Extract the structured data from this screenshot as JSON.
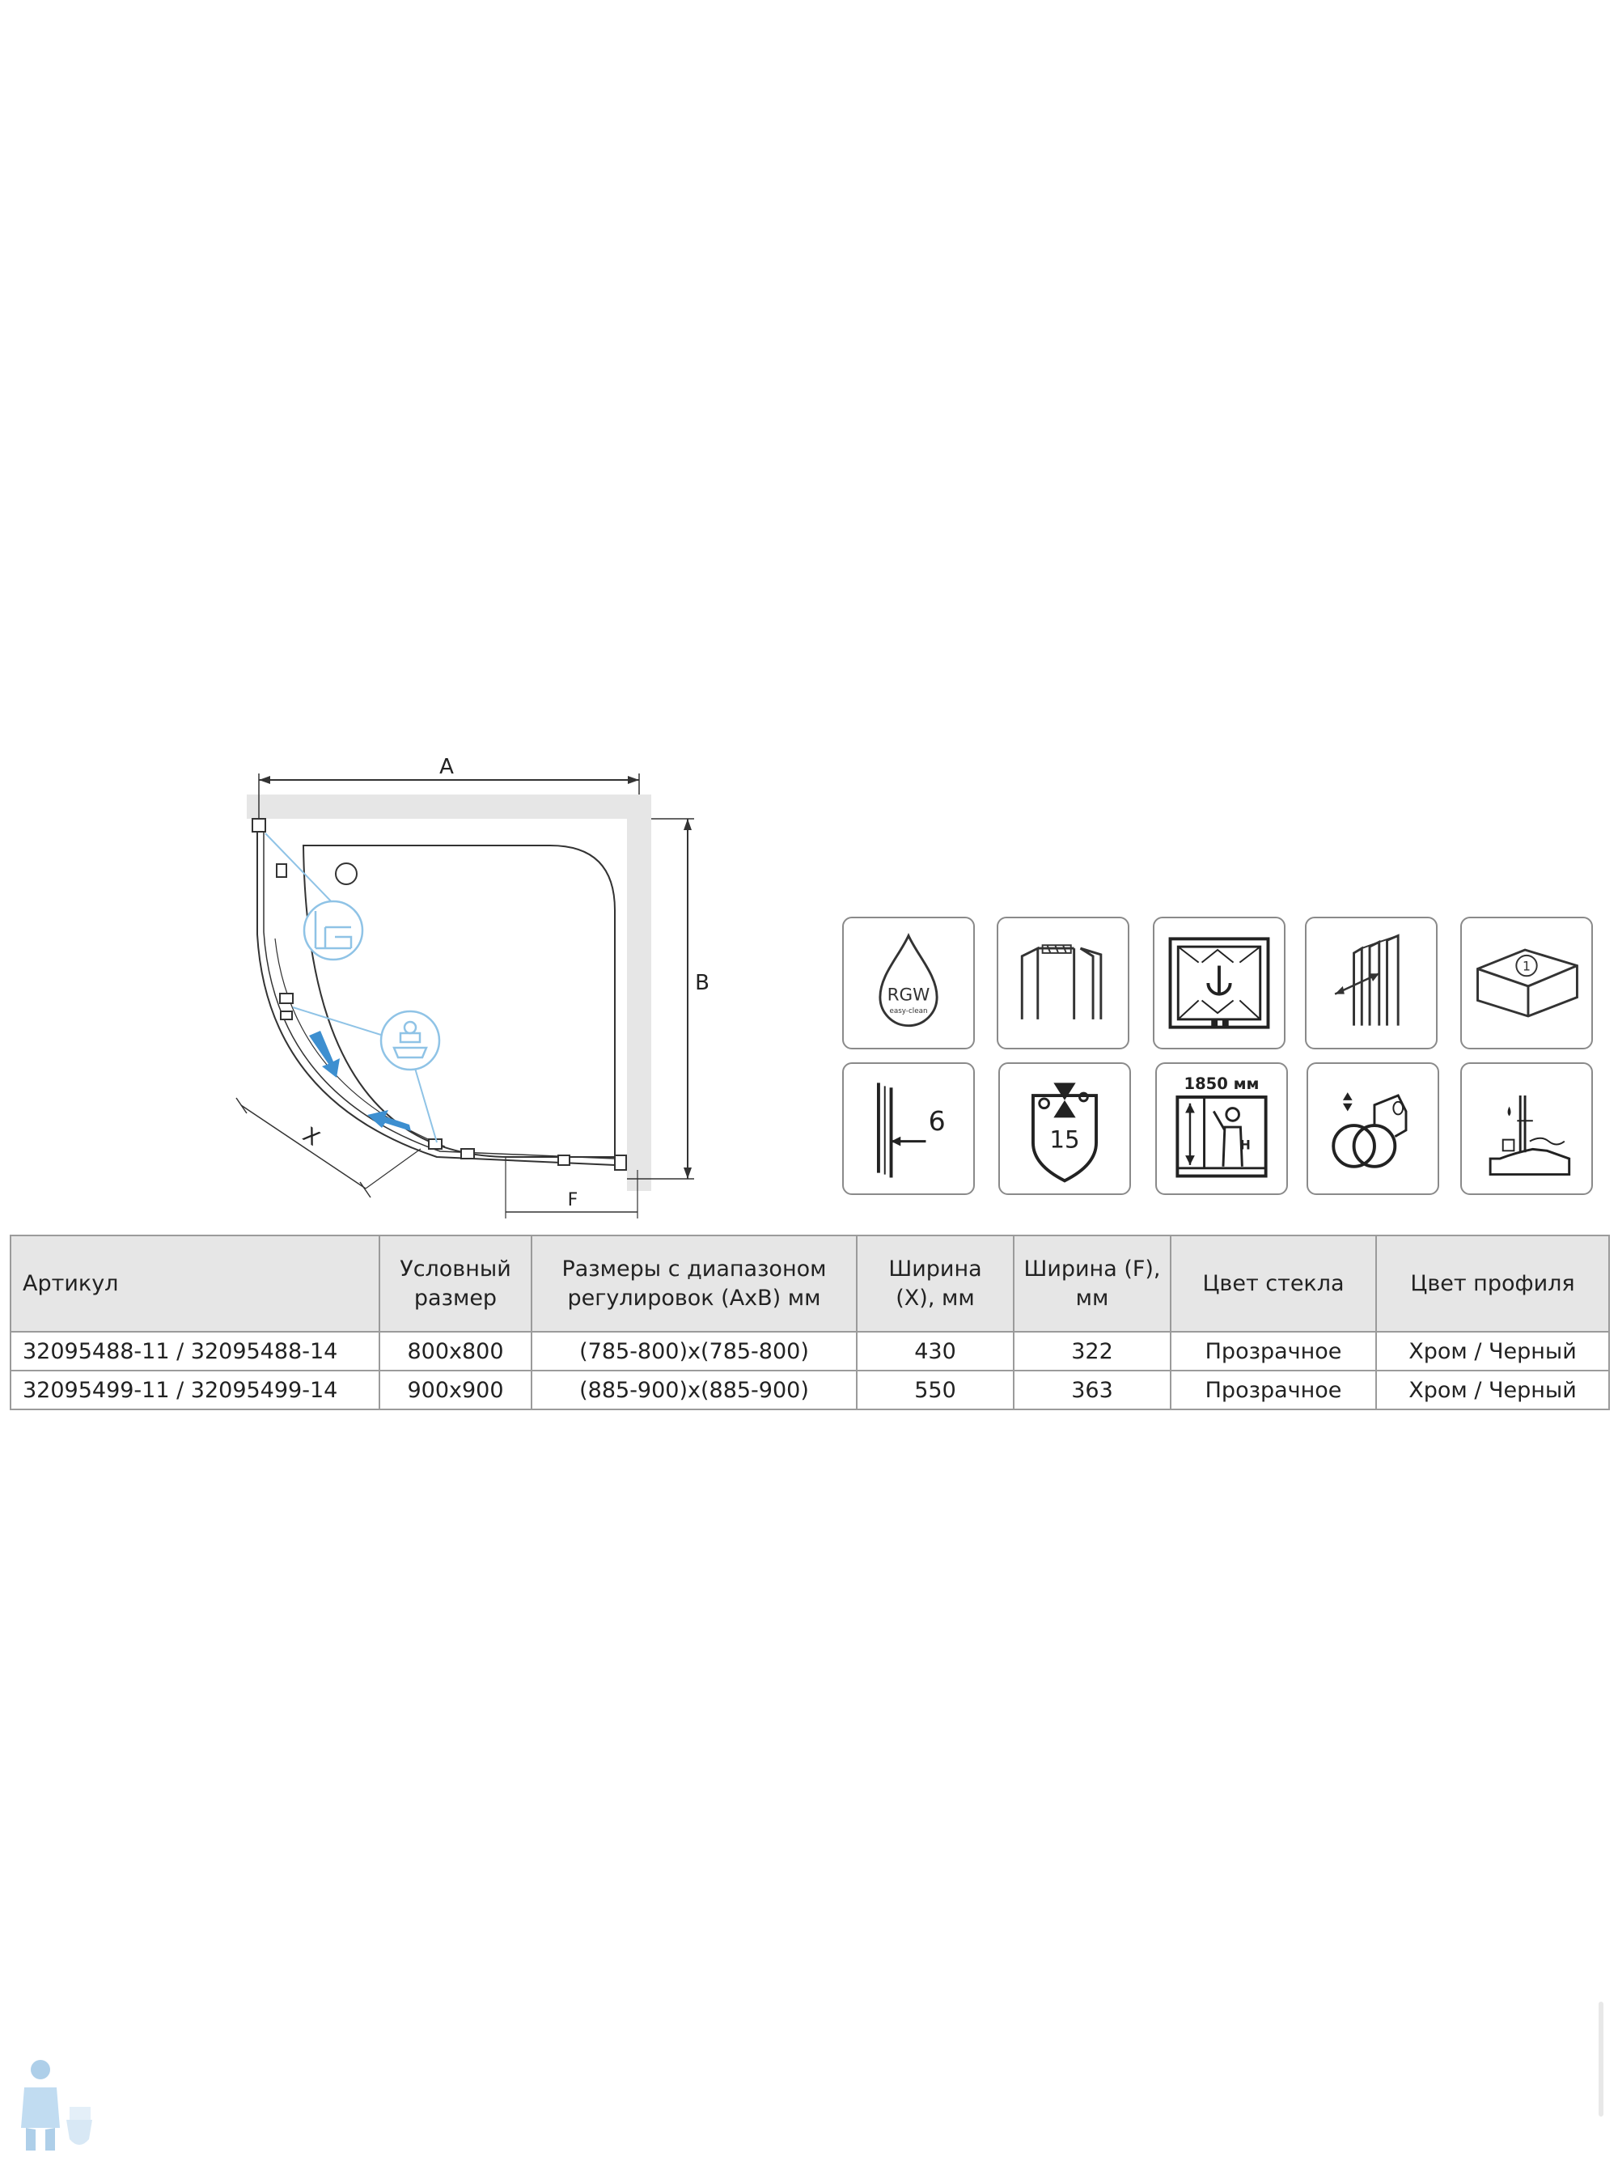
{
  "diagram": {
    "label_a": "A",
    "label_b": "B",
    "label_x": "X",
    "label_f": "F"
  },
  "icons": [
    {
      "name": "rgw-easy-clean-drop-icon",
      "text": "RGW",
      "subtext": "easy-clean"
    },
    {
      "name": "profile-frame-icon"
    },
    {
      "name": "sliding-rotation-icon"
    },
    {
      "name": "wall-profile-adjust-icon"
    },
    {
      "name": "box-one-package-icon",
      "text": "1"
    },
    {
      "name": "glass-thickness-6-icon",
      "text": "6"
    },
    {
      "name": "warranty-15-shield-icon",
      "text": "15"
    },
    {
      "name": "height-1850-icon",
      "text": "1850 мм",
      "subtext": "H"
    },
    {
      "name": "roller-wheels-icon"
    },
    {
      "name": "tray-mounting-icon"
    }
  ],
  "table": {
    "headers": [
      "Артикул",
      "Условный размер",
      "Размеры с диапазоном регулировок (AxB) мм",
      "Ширина (X), мм",
      "Ширина (F), мм",
      "Цвет стекла",
      "Цвет профиля"
    ],
    "rows": [
      [
        "32095488-11 / 32095488-14",
        "800x800",
        "(785-800)x(785-800)",
        "430",
        "322",
        "Прозрачное",
        "Хром / Черный"
      ],
      [
        "32095499-11 / 32095499-14",
        "900x900",
        "(885-900)x(885-900)",
        "550",
        "363",
        "Прозрачное",
        "Хром / Черный"
      ]
    ]
  },
  "colors": {
    "wall": "#e6e6e6",
    "arrow_blue": "#3d8fd0",
    "callout_blue": "#8fc3e6",
    "line": "#333333",
    "icon_border": "#8a8a8a"
  }
}
